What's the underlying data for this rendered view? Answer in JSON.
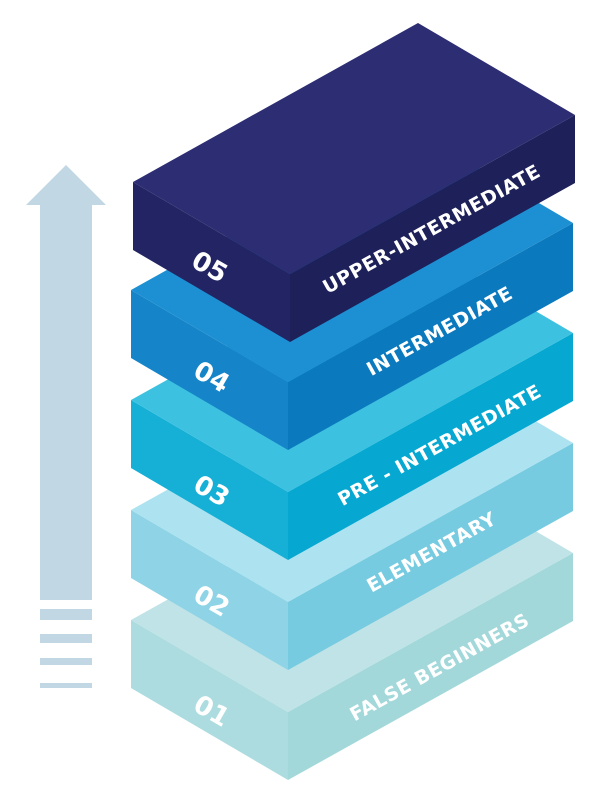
{
  "arrow": {
    "color": "#c2d7e4"
  },
  "levels": [
    {
      "number": "01",
      "label": "FALSE BEGINNERS",
      "colors": {
        "top": "#bfe3e6",
        "left": "#acdcdf",
        "right": "#a2d8da"
      }
    },
    {
      "number": "02",
      "label": "ELEMENTARY",
      "colors": {
        "top": "#ade3f0",
        "left": "#8ed3e6",
        "right": "#76cbe0"
      }
    },
    {
      "number": "03",
      "label": "PRE - INTERMEDIATE",
      "colors": {
        "top": "#3cc2e0",
        "left": "#16afd6",
        "right": "#06a8d2"
      }
    },
    {
      "number": "04",
      "label": "INTERMEDIATE",
      "colors": {
        "top": "#1d90d3",
        "left": "#1584c9",
        "right": "#0a79bd"
      }
    },
    {
      "number": "05",
      "label": "UPPER-INTERMEDIATE",
      "colors": {
        "top": "#2c2d72",
        "left": "#232463",
        "right": "#1d2059"
      }
    }
  ]
}
